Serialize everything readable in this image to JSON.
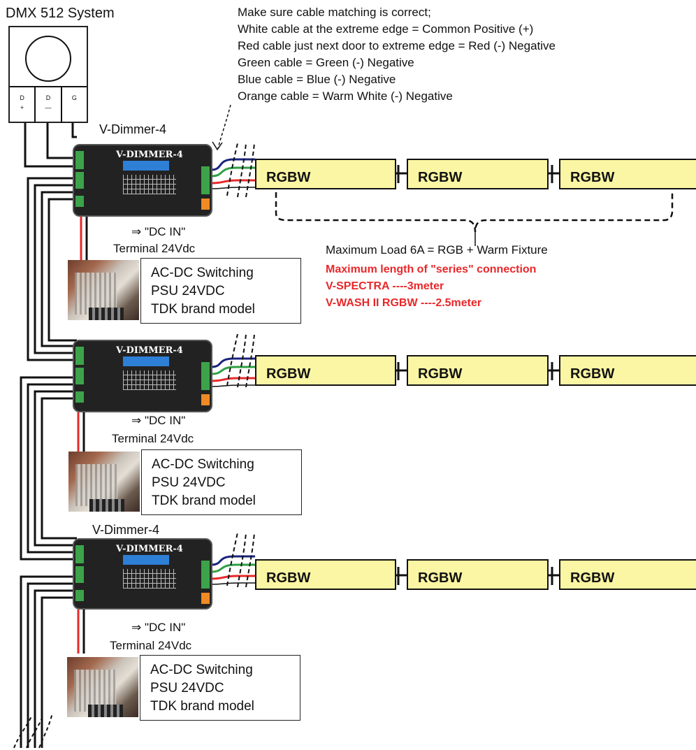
{
  "dmx": {
    "label": "DMX 512 System",
    "terminals": [
      "D\n+",
      "D\n—",
      "G"
    ]
  },
  "instructions": [
    "Make sure cable matching is correct;",
    "White cable at the extreme edge = Common Positive (+)",
    "Red cable just next door to extreme edge = Red (-) Negative",
    "Green cable = Green (-) Negative",
    "Blue cable = Blue (-) Negative",
    "Orange cable = Warm White (-) Negative"
  ],
  "dimmer_label": "V-Dimmer-4",
  "dimmer_name": "V-DIMMER-4",
  "dc_in": "⇒ \"DC IN\"",
  "terminal": "Terminal 24Vdc",
  "psu": {
    "line1": "AC-DC Switching",
    "line2": "PSU  24VDC",
    "line3": "TDK brand model"
  },
  "strip_label": "RGBW",
  "load_note": "Maximum Load 6A =  RGB + Warm Fixture",
  "red_notes": [
    "Maximum length of \"series\" connection",
    "V-SPECTRA ----3meter",
    "V-WASH II RGBW ----2.5meter"
  ],
  "colors": {
    "white": "#111111",
    "red": "#e8282a",
    "green": "#2ea043",
    "blue": "#1a237e",
    "strip": "#fbf6a3"
  }
}
